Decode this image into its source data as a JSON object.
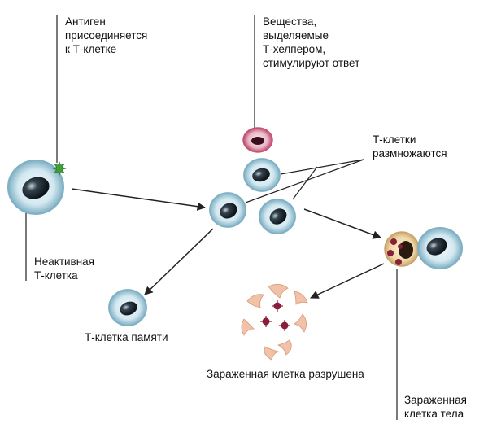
{
  "labels": {
    "antigen": [
      "Антиген",
      "присоединяется",
      "к Т-клетке"
    ],
    "substances": [
      "Вещества,",
      "выделяемые",
      "Т-хелпером,",
      "стимулируют ответ"
    ],
    "multiply": [
      "Т-клетки",
      "размножаются"
    ],
    "inactive": [
      "Неактивная",
      "Т-клетка"
    ],
    "memory": [
      "Т-клетка памяти"
    ],
    "destroyed": [
      "Зараженная клетка разрушена"
    ],
    "infected": [
      "Зараженная",
      "клетка тела"
    ]
  },
  "colors": {
    "cell_membrane": "#9ec6d6",
    "cell_nucleus": "#1e2a33",
    "helper_membrane": "#c9526f",
    "infected_cell": "#efd8a8",
    "fragments": "#f2c2a8",
    "virus": "#8a1f3a",
    "antigen": "#3fa03a",
    "lines": "#222222"
  }
}
